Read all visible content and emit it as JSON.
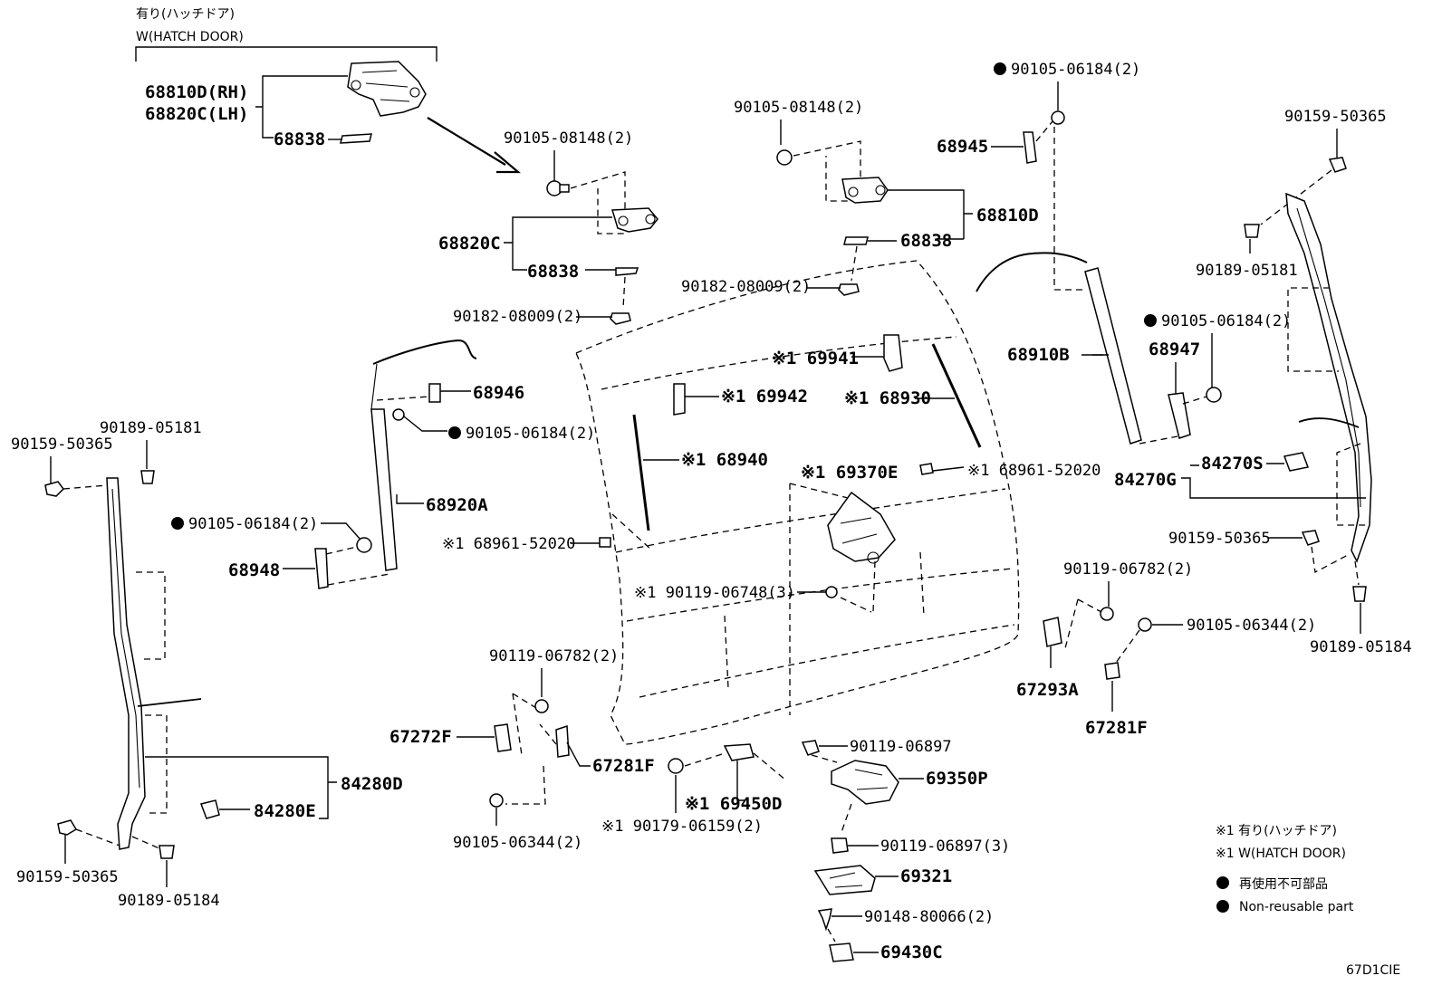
{
  "header": {
    "title_jp": "有り(ハッチドア)",
    "title_en": "W(HATCH DOOR)"
  },
  "hinge_detail": {
    "pn_rh": "68810D(RH)",
    "pn_lh": "68820C(LH)",
    "pn_spacer": "68838"
  },
  "labels": {
    "l_90105_08148_a": "90105-08148(2)",
    "l_68820C": "68820C",
    "l_68838_a": "68838",
    "l_90182_08009_a": "90182-08009(2)",
    "l_90105_08148_b": "90105-08148(2)",
    "l_68810D": "68810D",
    "l_68838_b": "68838",
    "l_90182_08009_b": "90182-08009(2)",
    "l_90105_06184_top": "90105-06184(2)",
    "l_68945": "68945",
    "l_90159_50365_r": "90159-50365",
    "l_90189_05181_r": "90189-05181",
    "l_68910B": "68910B",
    "l_90105_06184_r": "90105-06184(2)",
    "l_68947": "68947",
    "l_84270S": "84270S",
    "l_84270G": "84270G",
    "l_90159_50365_r2": "90159-50365",
    "l_90119_06782_r": "90119-06782(2)",
    "l_90105_06344_r": "90105-06344(2)",
    "l_67293A": "67293A",
    "l_67281F_r": "67281F",
    "l_90189_05184_r": "90189-05184",
    "l_69941": "※1 69941",
    "l_69942": "※1 69942",
    "l_68930": "※1 68930",
    "l_68940": "※1 68940",
    "l_68961_r": "※1 68961-52020",
    "l_69370E": "※1 69370E",
    "l_68961_l": "※1 68961-52020",
    "l_90119_06748": "※1 90119-06748(3)",
    "l_68946": "68946",
    "l_90105_06184_m": "90105-06184(2)",
    "l_68920A": "68920A",
    "l_90105_06184_l": "90105-06184(2)",
    "l_68948": "68948",
    "l_90189_05181_l": "90189-05181",
    "l_90159_50365_l": "90159-50365",
    "l_84280D": "84280D",
    "l_84280E": "84280E",
    "l_90159_50365_lb": "90159-50365",
    "l_90189_05184_lb": "90189-05184",
    "l_90119_06782_m": "90119-06782(2)",
    "l_67272F": "67272F",
    "l_67281F_m": "67281F",
    "l_90105_06344_m": "90105-06344(2)",
    "l_69450D": "※1 69450D",
    "l_90179_06159": "※1 90179-06159(2)",
    "l_90119_06897": "90119-06897",
    "l_69350P": "69350P",
    "l_90119_06897_3": "90119-06897(3)",
    "l_69321": "69321",
    "l_90148_80066": "90148-80066(2)",
    "l_69430C": "69430C"
  },
  "legend": {
    "note_jp": "※1 有り(ハッチドア)",
    "note_en": "※1 W(HATCH DOOR)",
    "nonreuse_jp": "再使用不可部品",
    "nonreuse_en": "Non-reusable part"
  },
  "footer": {
    "code": "67D1CIE"
  }
}
